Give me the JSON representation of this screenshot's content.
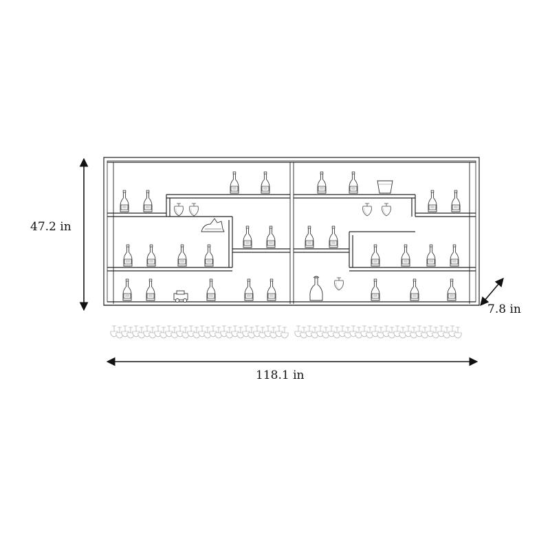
{
  "diagram": {
    "subject": "wall-mounted wine rack with hanging stemware rack",
    "line_color": "#222222",
    "background": "#ffffff",
    "dimensions": {
      "height": "47.2 in",
      "width": "118.1 in",
      "depth": "7.8 in"
    },
    "icons": {
      "bottle": "wine-bottle-icon",
      "glass": "wine-glass-icon",
      "ice_bucket": "ice-bucket-icon",
      "decanter": "decanter-icon",
      "ornament": "ornament-icon",
      "toy_car": "toy-car-icon"
    }
  }
}
